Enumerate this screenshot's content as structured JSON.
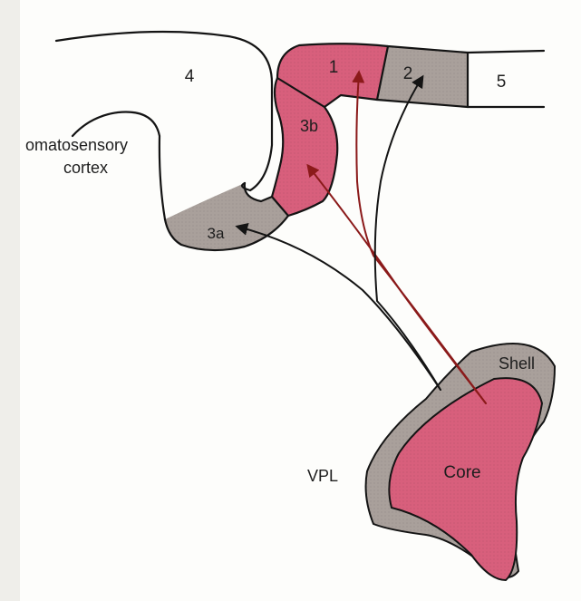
{
  "colors": {
    "primary_area": "#d85f7c",
    "secondary_area": "#a9a09b",
    "outline": "#141414",
    "red_projection": "#8b1a1a",
    "black_projection": "#141414",
    "paper": "#fdfdfb"
  },
  "labels": {
    "cortex_line1": "omatosensory",
    "cortex_line2": "cortex",
    "area_4": "4",
    "area_1": "1",
    "area_2": "2",
    "area_5": "5",
    "area_3b": "3b",
    "area_3a": "3a",
    "shell": "Shell",
    "core": "Core",
    "vpl": "VPL"
  }
}
